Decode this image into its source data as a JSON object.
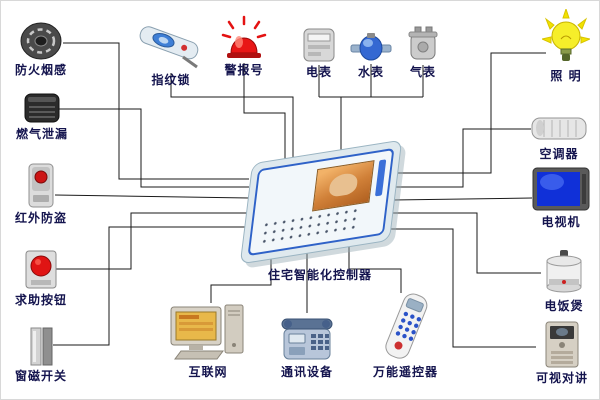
{
  "center": {
    "label": "住宅智能化控制器"
  },
  "devices": [
    {
      "id": "smoke-detector",
      "label": "防火烟感"
    },
    {
      "id": "gas-leak-sensor",
      "label": "燃气泄漏"
    },
    {
      "id": "infrared-security",
      "label": "红外防盗"
    },
    {
      "id": "help-button",
      "label": "求助按钮"
    },
    {
      "id": "window-magnet-switch",
      "label": "窗磁开关"
    },
    {
      "id": "fingerprint-lock",
      "label": "指纹锁"
    },
    {
      "id": "alarm-siren",
      "label": "警报号"
    },
    {
      "id": "electric-meter",
      "label": "电表"
    },
    {
      "id": "water-meter",
      "label": "水表"
    },
    {
      "id": "gas-meter",
      "label": "气表"
    },
    {
      "id": "lighting",
      "label": "照 明"
    },
    {
      "id": "air-conditioner",
      "label": "空调器"
    },
    {
      "id": "television",
      "label": "电视机"
    },
    {
      "id": "rice-cooker",
      "label": "电饭煲"
    },
    {
      "id": "video-intercom",
      "label": "可视对讲"
    },
    {
      "id": "internet-computer",
      "label": "互联网"
    },
    {
      "id": "communication-device",
      "label": "通讯设备"
    },
    {
      "id": "universal-remote",
      "label": "万能遥控器"
    }
  ],
  "colors": {
    "background": "#ffffff",
    "wire": "#1a1a1a",
    "label_text": "#14144e",
    "alarm_red": "#e81616",
    "screen_blue": "#1030d8",
    "bulb_yellow": "#f6ee2a",
    "panel_frame_blue": "#2f62c8",
    "screen_orange": "#d08038"
  }
}
